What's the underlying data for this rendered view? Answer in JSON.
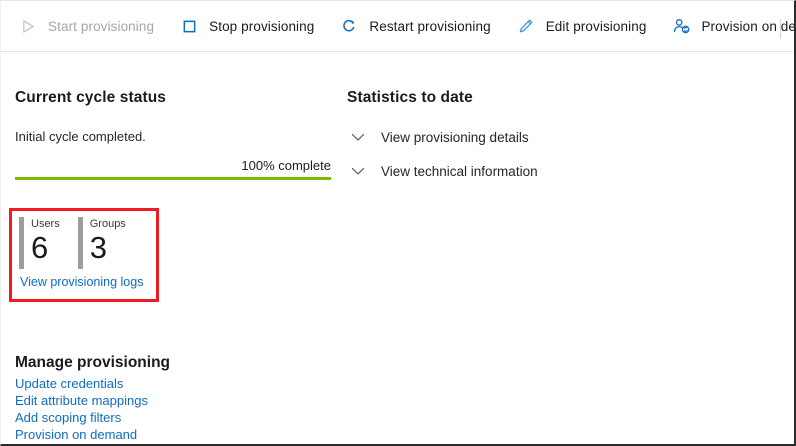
{
  "toolbar": {
    "items": [
      {
        "label": "Start provisioning",
        "icon": "play-icon",
        "disabled": true
      },
      {
        "label": "Stop provisioning",
        "icon": "stop-square-icon",
        "disabled": false
      },
      {
        "label": "Restart provisioning",
        "icon": "restart-arrow-icon",
        "disabled": false
      },
      {
        "label": "Edit provisioning",
        "icon": "pencil-edit-icon",
        "disabled": false
      },
      {
        "label": "Provision on demand",
        "icon": "person-sync-icon",
        "disabled": false
      }
    ]
  },
  "cycle_status": {
    "title": "Current cycle status",
    "message": "Initial cycle completed.",
    "progress_label": "100% complete",
    "progress_percent": 100
  },
  "stats_box": {
    "tiles": [
      {
        "name": "Users",
        "value": "6"
      },
      {
        "name": "Groups",
        "value": "3"
      }
    ],
    "link_label": "View provisioning logs"
  },
  "statistics": {
    "title": "Statistics to date",
    "rows": [
      {
        "label": "View provisioning details",
        "icon": "chevron-down-icon"
      },
      {
        "label": "View technical information",
        "icon": "chevron-down-icon"
      }
    ]
  },
  "manage": {
    "title": "Manage provisioning",
    "links": [
      "Update credentials",
      "Edit attribute mappings",
      "Add scoping filters",
      "Provision on demand"
    ]
  },
  "colors": {
    "link": "#0f6cbd",
    "accent_blue": "#0f6cbd",
    "progress_green": "#7fba00",
    "highlight_red": "#ed1c24",
    "disabled_grey": "#a6a6a6"
  }
}
